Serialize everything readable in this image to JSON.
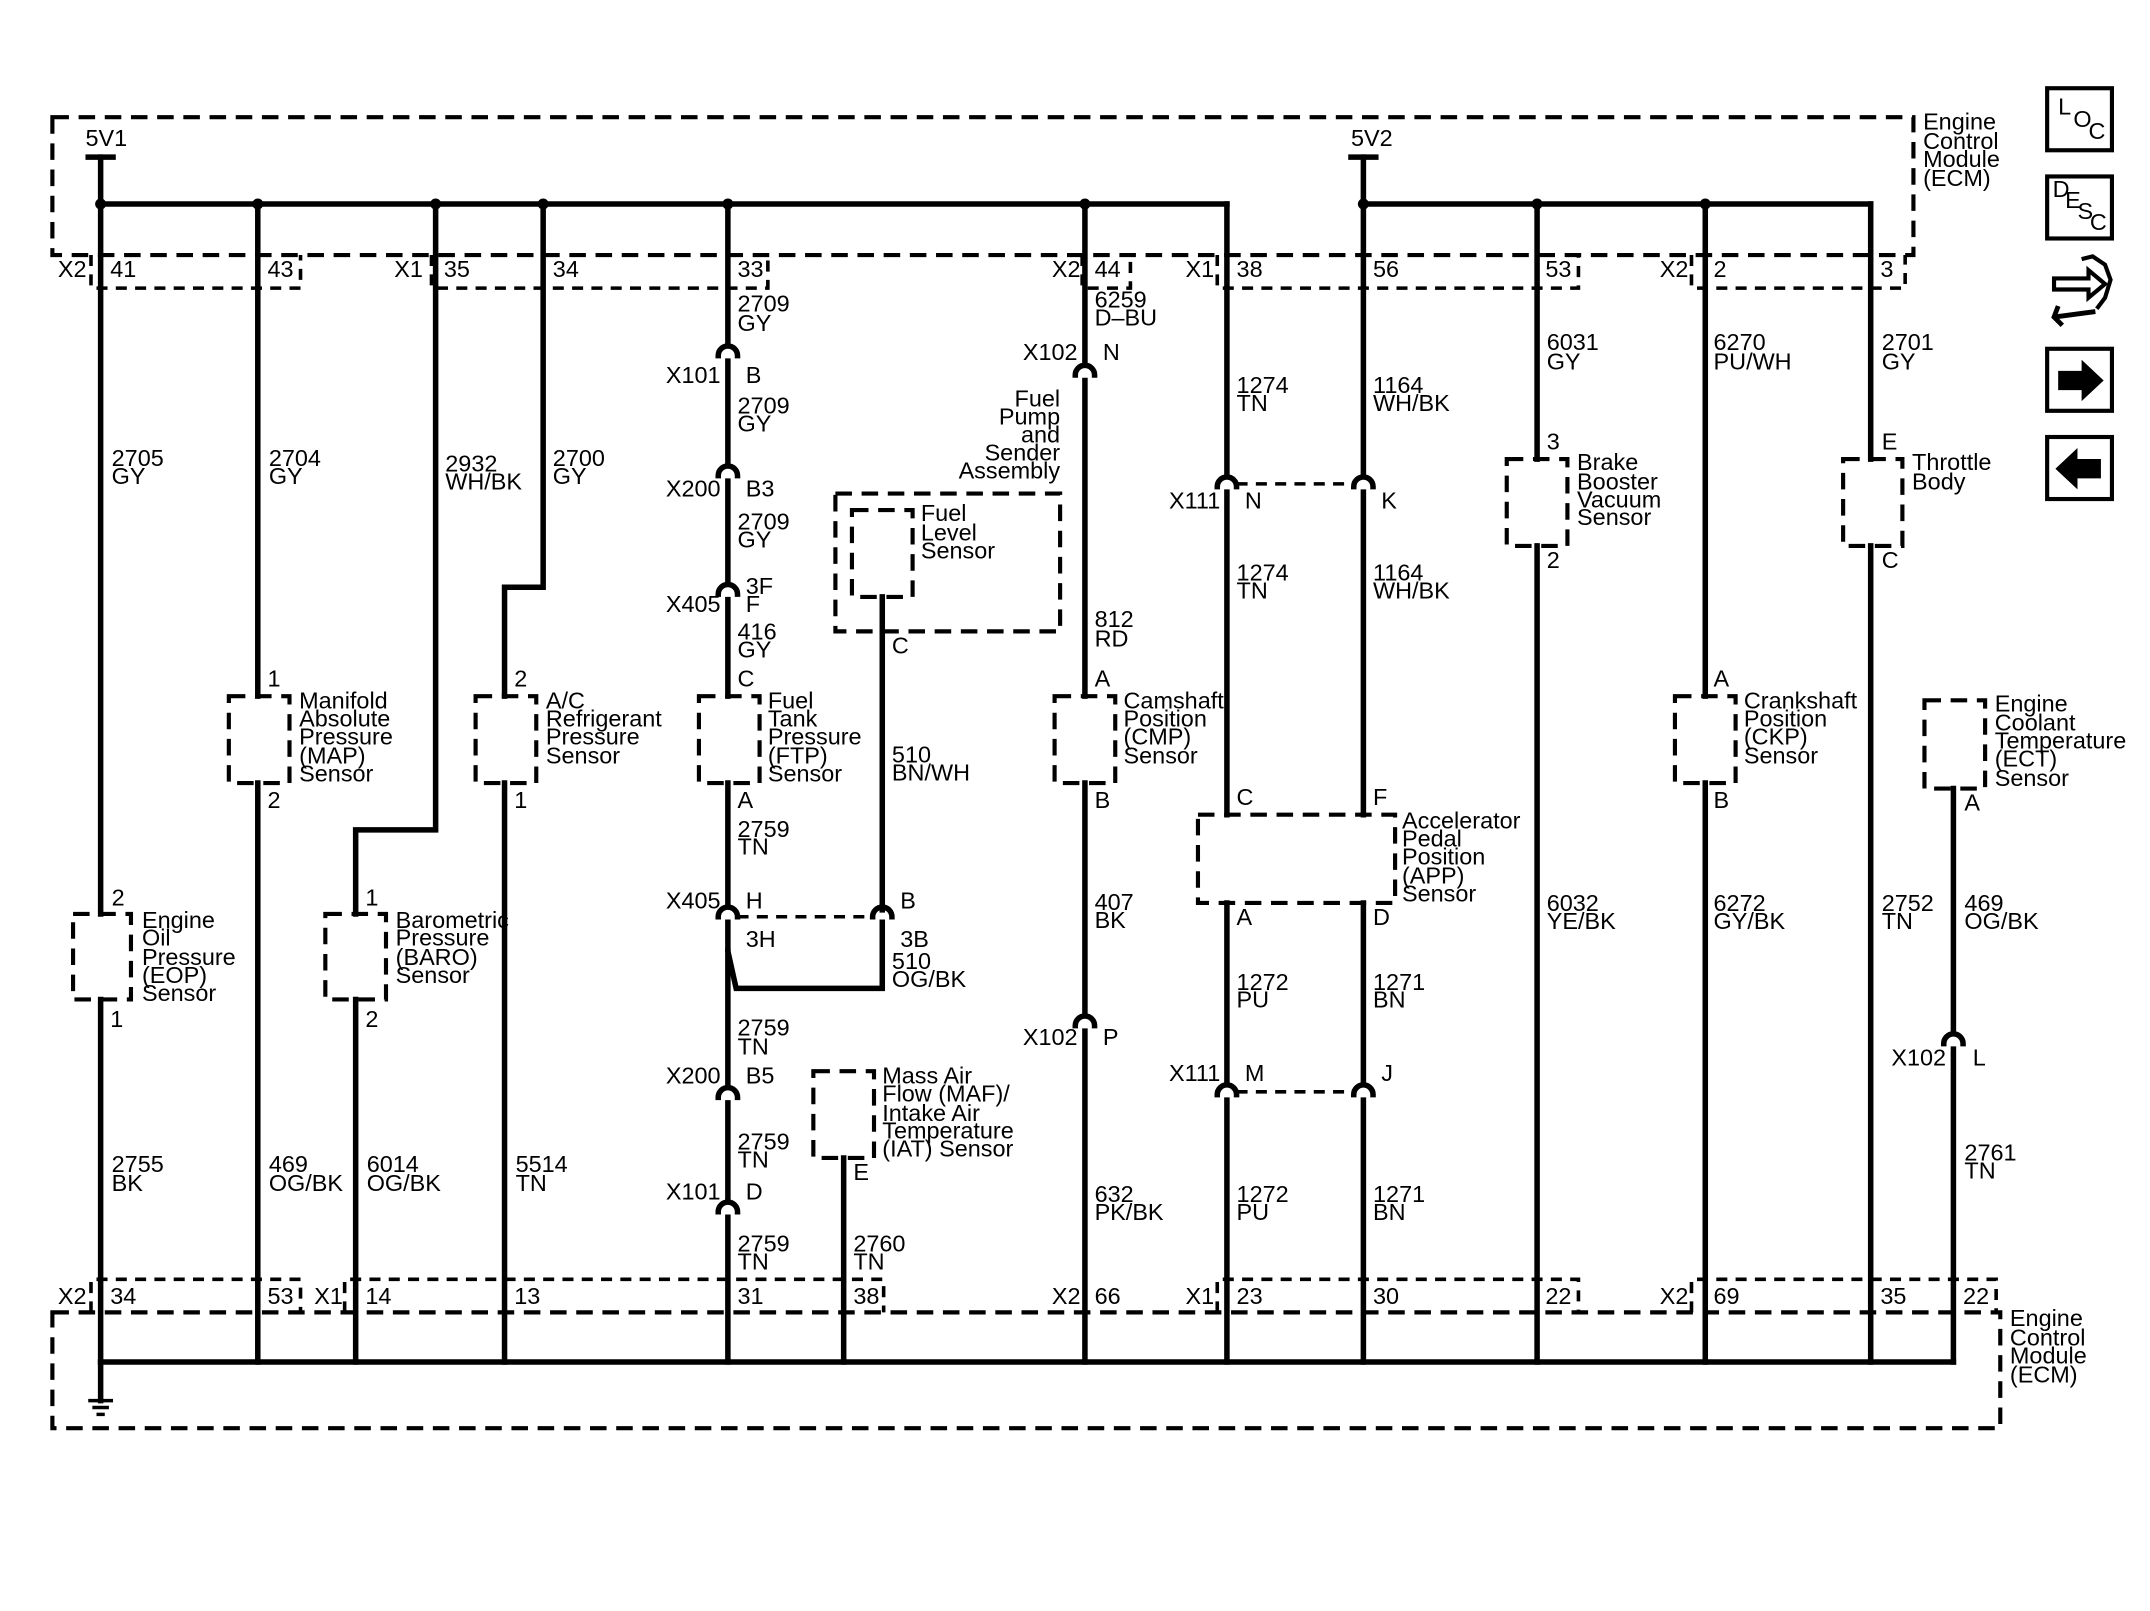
{
  "modules": {
    "ecm_top": [
      "Engine",
      "Control",
      "Module",
      "(ECM)"
    ],
    "ecm_bottom": [
      "Engine",
      "Control",
      "Module",
      "(ECM)"
    ]
  },
  "supplies": {
    "left": "5V1",
    "right": "5V2"
  },
  "connectors_top": {
    "x2_left": "X2",
    "p41": "41",
    "p43": "43",
    "x1_left": "X1",
    "p35": "35",
    "p34": "34",
    "p33": "33",
    "x2_mid": "X2",
    "p44": "44",
    "x1_mid": "X1",
    "p38": "38",
    "p56": "56",
    "p53": "53",
    "x2_right": "X2",
    "p2": "2",
    "p3": "3"
  },
  "connectors_bottom": {
    "x2_left": "X2",
    "p34": "34",
    "p53": "53",
    "x1_left": "X1",
    "p14": "14",
    "p13": "13",
    "p31": "31",
    "p38": "38",
    "x2_mid": "X2",
    "p66": "66",
    "x1_mid": "X1",
    "p23": "23",
    "p30": "30",
    "p22a": "22",
    "x2_right": "X2",
    "p69": "69",
    "p35": "35",
    "p22b": "22"
  },
  "circuits": {
    "c2705": [
      "2705",
      "GY"
    ],
    "c2755": [
      "2755",
      "BK"
    ],
    "c2704": [
      "2704",
      "GY"
    ],
    "c469a": [
      "469",
      "OG/BK"
    ],
    "c2932": [
      "2932",
      "WH/BK"
    ],
    "c6014": [
      "6014",
      "OG/BK"
    ],
    "c2700": [
      "2700",
      "GY"
    ],
    "c5514": [
      "5514",
      "TN"
    ],
    "c2709a": [
      "2709",
      "GY"
    ],
    "c2709b": [
      "2709",
      "GY"
    ],
    "c2709c": [
      "2709",
      "GY"
    ],
    "c416": [
      "416",
      "GY"
    ],
    "c2759a": [
      "2759",
      "TN"
    ],
    "c2759b": [
      "2759",
      "TN"
    ],
    "c2759c": [
      "2759",
      "TN"
    ],
    "c2759d": [
      "2759",
      "TN"
    ],
    "c510a": [
      "510",
      "BN/WH"
    ],
    "c510b": [
      "510",
      "OG/BK"
    ],
    "c2760": [
      "2760",
      "TN"
    ],
    "c6259": [
      "6259",
      "D–BU"
    ],
    "c812": [
      "812",
      "RD"
    ],
    "c407": [
      "407",
      "BK"
    ],
    "c632": [
      "632",
      "PK/BK"
    ],
    "c1274a": [
      "1274",
      "TN"
    ],
    "c1274b": [
      "1274",
      "TN"
    ],
    "c1272a": [
      "1272",
      "PU"
    ],
    "c1272b": [
      "1272",
      "PU"
    ],
    "c1164a": [
      "1164",
      "WH/BK"
    ],
    "c1164b": [
      "1164",
      "WH/BK"
    ],
    "c1271a": [
      "1271",
      "BN"
    ],
    "c1271b": [
      "1271",
      "BN"
    ],
    "c6031": [
      "6031",
      "GY"
    ],
    "c6032": [
      "6032",
      "YE/BK"
    ],
    "c6270": [
      "6270",
      "PU/WH"
    ],
    "c6272": [
      "6272",
      "GY/BK"
    ],
    "c2701": [
      "2701",
      "GY"
    ],
    "c2752": [
      "2752",
      "TN"
    ],
    "c469b": [
      "469",
      "OG/BK"
    ],
    "c2761": [
      "2761",
      "TN"
    ]
  },
  "inline_connectors": {
    "x101_top": "X101",
    "x101_top_pin": "B",
    "x200_top": "X200",
    "x200_top_pin": "B3",
    "x405_top": "X405",
    "x405_top_pin1": "3F",
    "x405_top_pin2": "F",
    "x405_mid": "X405",
    "x405_mid_pin_h": "H",
    "x405_mid_pin_3h": "3H",
    "x405_mid_pin_b": "B",
    "x405_mid_pin_3b": "3B",
    "x200_bot": "X200",
    "x200_bot_pin": "B5",
    "x101_bot": "X101",
    "x101_bot_pin": "D",
    "x102_top": "X102",
    "x102_top_pin": "N",
    "x102_bot": "X102",
    "x102_bot_pin": "P",
    "x111_top": "X111",
    "x111_top_pin_n": "N",
    "x111_top_pin_k": "K",
    "x111_bot": "X111",
    "x111_bot_pin_m": "M",
    "x111_bot_pin_j": "J",
    "x102_right": "X102",
    "x102_right_pin": "L"
  },
  "components": {
    "eop": {
      "label": [
        "Engine",
        "Oil",
        "Pressure",
        "(EOP)",
        "Sensor"
      ],
      "pin_top": "2",
      "pin_bottom": "1"
    },
    "map": {
      "label": [
        "Manifold",
        "Absolute",
        "Pressure",
        "(MAP)",
        "Sensor"
      ],
      "pin_top": "1",
      "pin_bottom": "2"
    },
    "baro": {
      "label": [
        "Barometric",
        "Pressure",
        "(BARO)",
        "Sensor"
      ],
      "pin_top": "1",
      "pin_bottom": "2"
    },
    "ac": {
      "label": [
        "A/C",
        "Refrigerant",
        "Pressure",
        "Sensor"
      ],
      "pin_top": "2",
      "pin_bottom": "1"
    },
    "ftp": {
      "label": [
        "Fuel",
        "Tank",
        "Pressure",
        "(FTP)",
        "Sensor"
      ],
      "pin_top": "C",
      "pin_bottom": "A"
    },
    "fuel_level": {
      "label": [
        "Fuel",
        "Level",
        "Sensor"
      ],
      "pin": "C"
    },
    "fuel_pump": {
      "label": [
        "Fuel",
        "Pump",
        "and",
        "Sender",
        "Assembly"
      ]
    },
    "maf": {
      "label": [
        "Mass Air",
        "Flow (MAF)/",
        "Intake Air",
        "Temperature",
        "(IAT) Sensor"
      ],
      "pin": "E"
    },
    "cmp": {
      "label": [
        "Camshaft",
        "Position",
        "(CMP)",
        "Sensor"
      ],
      "pin_top": "A",
      "pin_bottom": "B"
    },
    "app": {
      "label": [
        "Accelerator",
        "Pedal",
        "Position",
        "(APP)",
        "Sensor"
      ],
      "pin_c": "C",
      "pin_f": "F",
      "pin_a": "A",
      "pin_d": "D"
    },
    "brake": {
      "label": [
        "Brake",
        "Booster",
        "Vacuum",
        "Sensor"
      ],
      "pin_top": "3",
      "pin_bottom": "2"
    },
    "ckp": {
      "label": [
        "Crankshaft",
        "Position",
        "(CKP)",
        "Sensor"
      ],
      "pin_top": "A",
      "pin_bottom": "B"
    },
    "throttle": {
      "label": [
        "Throttle",
        "Body"
      ],
      "pin_top": "E",
      "pin_bottom": "C"
    },
    "ect": {
      "label": [
        "Engine",
        "Coolant",
        "Temperature",
        "(ECT)",
        "Sensor"
      ],
      "pin": "A"
    }
  },
  "nav": {
    "loc": [
      "L",
      "O",
      "C"
    ],
    "desc": [
      "D",
      "E",
      "S",
      "C"
    ],
    "icons": [
      "connector-tool-icon",
      "arrow-right-icon",
      "arrow-left-icon"
    ]
  }
}
